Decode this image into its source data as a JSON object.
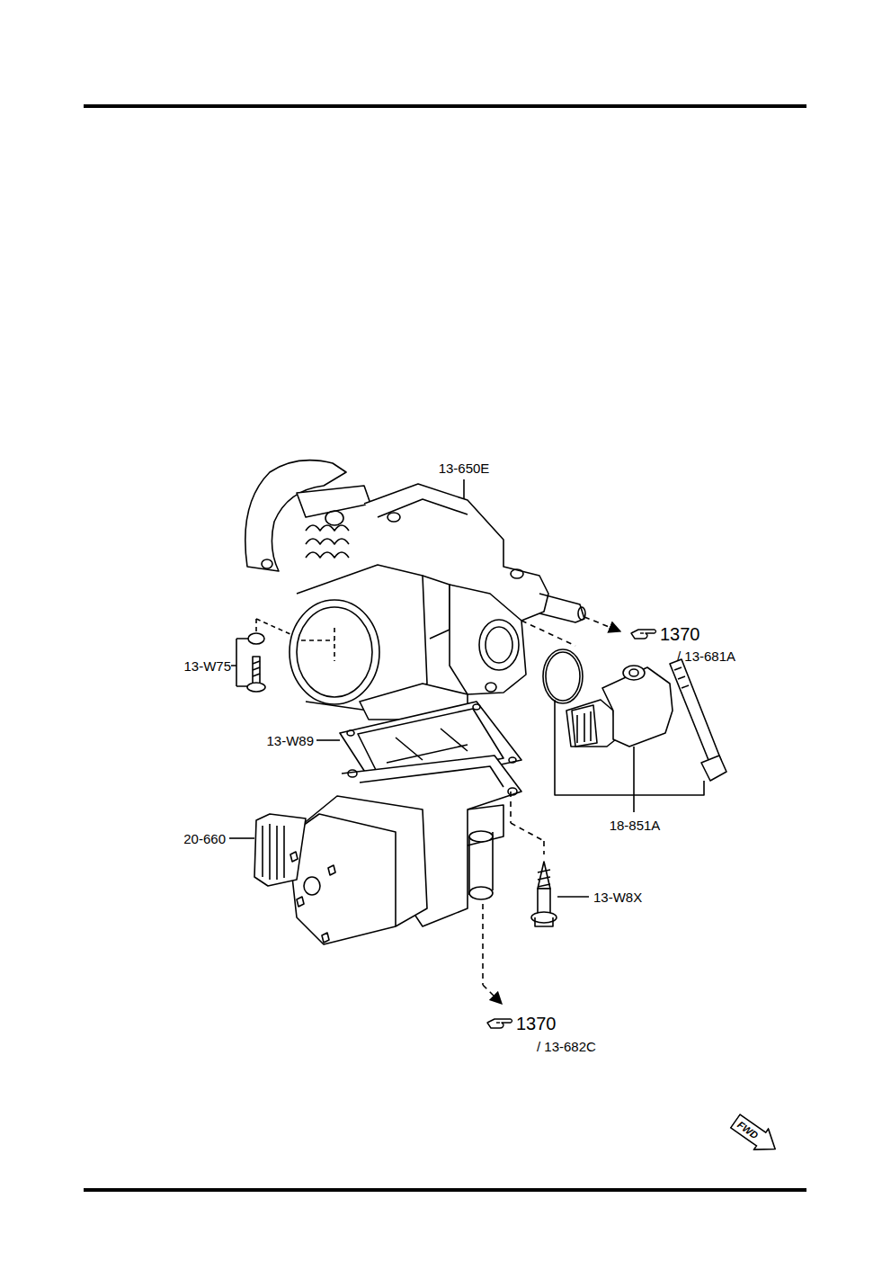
{
  "diagram": {
    "nodes": [
      {
        "text": [
          "FWD"
        ]
      }
    ],
    "labels": [
      "13-650E",
      "1370",
      "/ 13-681A",
      "13-W75",
      "13-W89",
      "18-851A",
      "20-660",
      "13-W8X",
      "1370",
      "/ 13-682C"
    ]
  }
}
